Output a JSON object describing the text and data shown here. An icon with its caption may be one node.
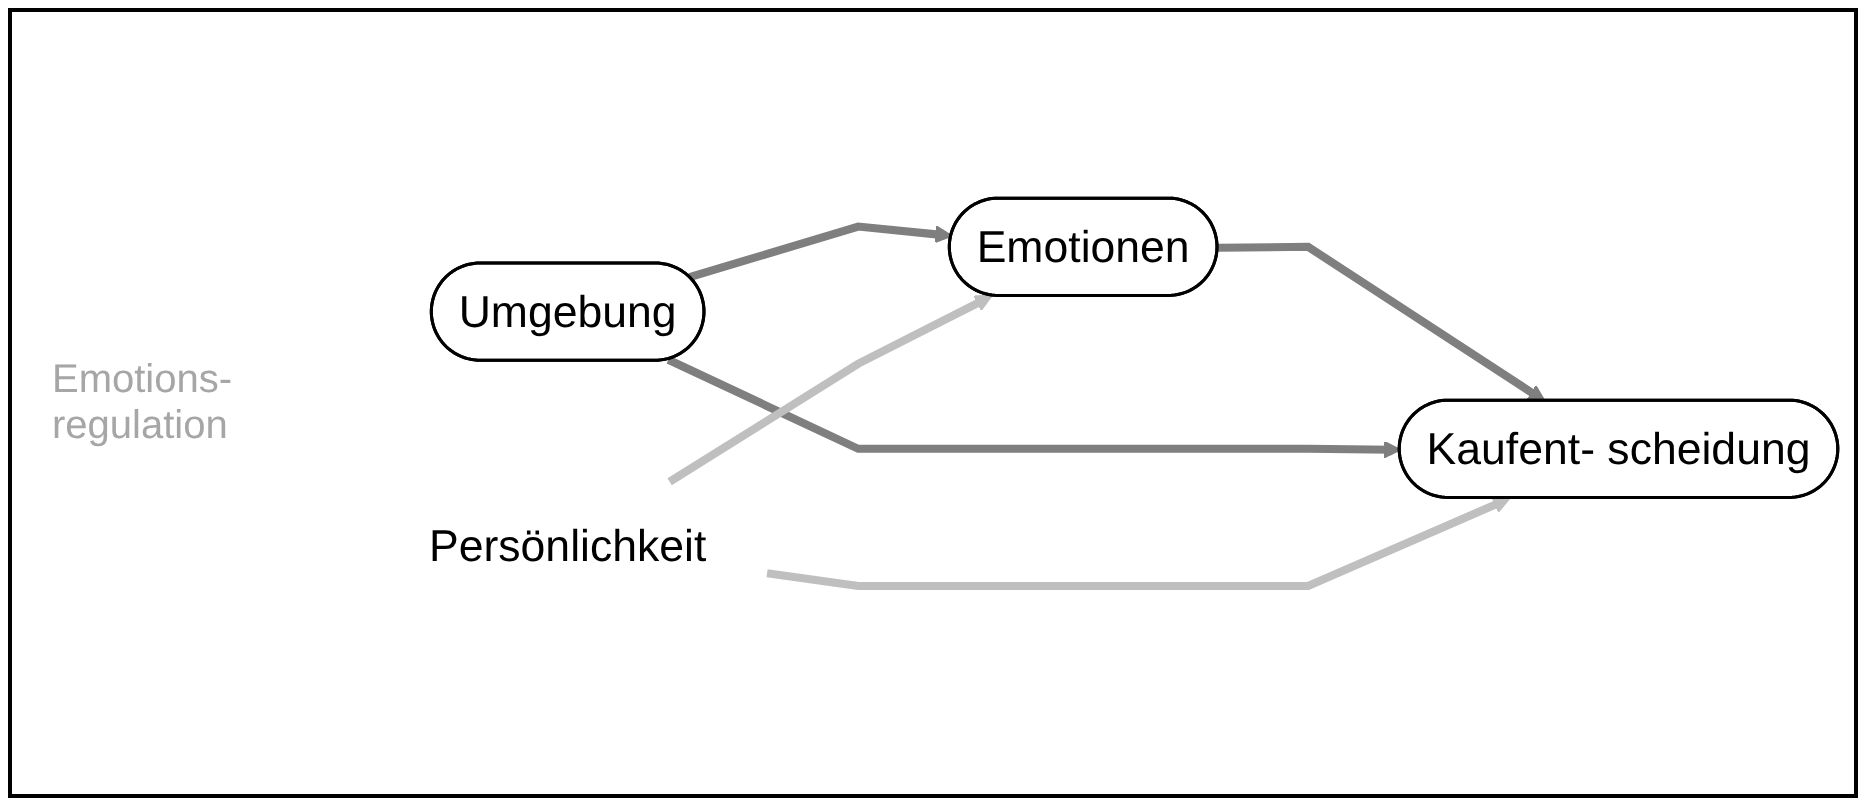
{
  "diagram": {
    "nodes": [
      {
        "text": [
          "Emotionen"
        ]
      },
      {
        "text": [
          "Persönlichkeit"
        ]
      },
      {
        "text": [
          "Umgebung"
        ]
      },
      {
        "text": [
          "Kaufent- scheidung"
        ]
      }
    ],
    "edges": [
      {
        "from": 2,
        "to": 0,
        "arrow": "to"
      },
      {
        "from": 0,
        "to": 3,
        "arrow": "to"
      },
      {
        "from": 2,
        "to": 3,
        "arrow": "to"
      },
      {
        "from": 1,
        "to": 0,
        "arrow": "to",
        "color": "#bfbfbf"
      },
      {
        "from": 1,
        "to": 3,
        "arrow": "to",
        "color": "#bfbfbf"
      }
    ],
    "labels": [
      "Emotions- regulation"
    ]
  }
}
